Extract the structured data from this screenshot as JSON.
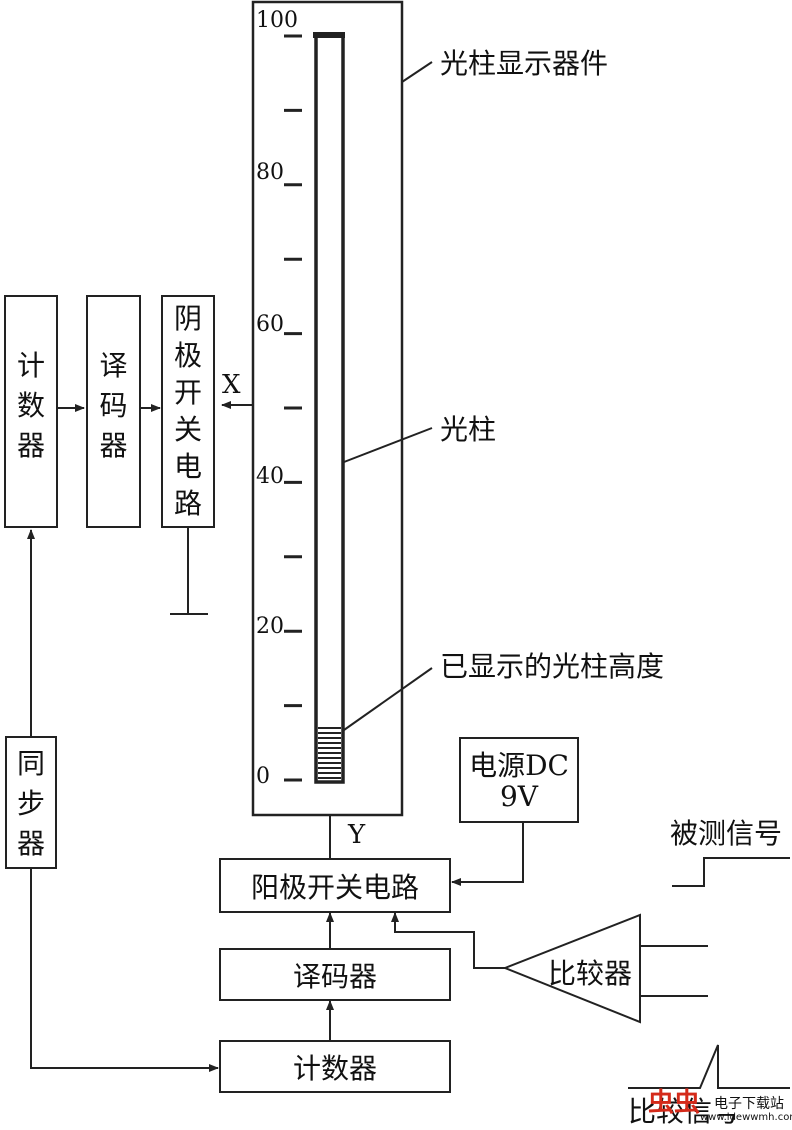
{
  "display_device_label": "光柱显示器件",
  "light_bar_label": "光柱",
  "displayed_height_label": "已显示的光柱高度",
  "scale_ticks": [
    "100",
    "80",
    "60",
    "40",
    "20",
    "0"
  ],
  "x_label": "X",
  "y_label": "Y",
  "left_chain": {
    "counter": [
      "计",
      "数",
      "器"
    ],
    "decoder": [
      "译",
      "码",
      "器"
    ],
    "cathode_switch": [
      "阴",
      "极",
      "开",
      "关",
      "电",
      "路"
    ],
    "sync": [
      "同",
      "步",
      "器"
    ]
  },
  "bottom_chain": {
    "anode_switch": "阳极开关电路",
    "decoder": "译码器",
    "counter": "计数器"
  },
  "power": {
    "line1": "电源DC",
    "line2": "9V"
  },
  "comparator": "比较器",
  "measured_signal": "被测信号",
  "compare_signal": "比较信号",
  "watermark": {
    "site": "电子下载站",
    "url": "www.ldewwmh.com"
  },
  "displayed_level_percent": 7
}
